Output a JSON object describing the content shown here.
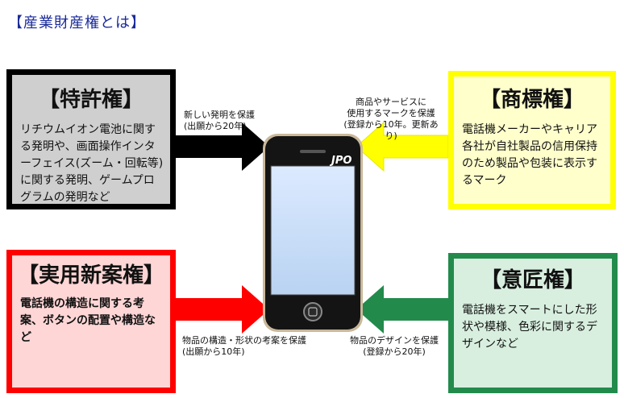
{
  "title": "【産業財産権とは】",
  "patent": {
    "heading": "【特許権】",
    "body": "リチウムイオン電池に関する発明や、画面操作インターフェイス(ズーム・回転等)に関する発明、ゲームプログラムの発明など",
    "arrow_caption_1": "新しい発明を保護",
    "arrow_caption_2": "(出願から20年)",
    "color": "#000000"
  },
  "trademark": {
    "heading": "【商標権】",
    "body": "電話機メーカーやキャリア各社が自社製品の信用保持のため製品や包装に表示するマーク",
    "arrow_caption_1": "商品やサービスに",
    "arrow_caption_2": "使用するマークを保護",
    "arrow_caption_3": "(登録から10年。更新あり)",
    "color": "#ffff00"
  },
  "utility": {
    "heading": "【実用新案権】",
    "body": "電話機の構造に関する考案、ボタンの配置や構造など",
    "arrow_caption_1": "物品の構造・形状の考案を保護",
    "arrow_caption_2": "(出願から10年)",
    "color": "#ff0000"
  },
  "design": {
    "heading": "【意匠権】",
    "body": "電話機をスマートにした形状や模様、色彩に関するデザインなど",
    "arrow_caption_1": "物品のデザインを保護",
    "arrow_caption_2": "(登録から20年)",
    "color": "#228b4c"
  },
  "phone": {
    "logo": "JPO"
  }
}
